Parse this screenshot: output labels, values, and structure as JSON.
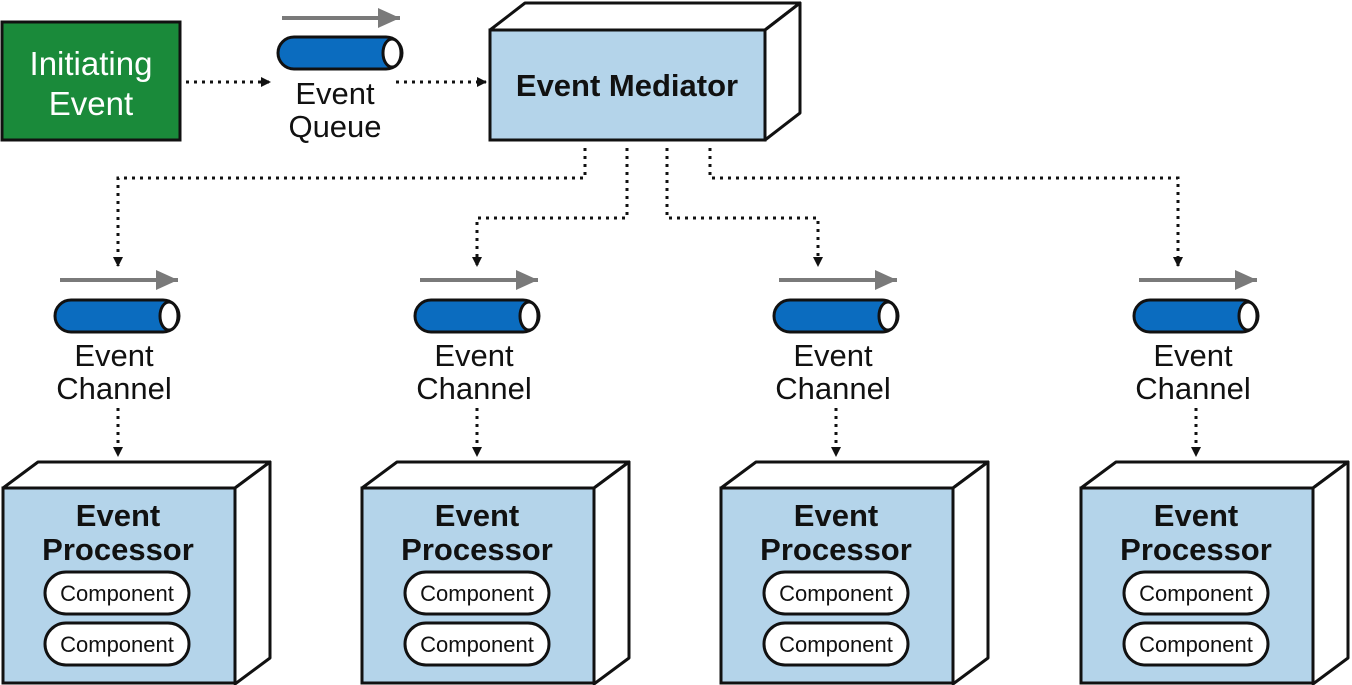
{
  "initiating_event": {
    "line1": "Initiating",
    "line2": "Event"
  },
  "event_queue": {
    "line1": "Event",
    "line2": "Queue"
  },
  "mediator": {
    "label": "Event Mediator"
  },
  "channels": [
    {
      "line1": "Event",
      "line2": "Channel"
    },
    {
      "line1": "Event",
      "line2": "Channel"
    },
    {
      "line1": "Event",
      "line2": "Channel"
    },
    {
      "line1": "Event",
      "line2": "Channel"
    }
  ],
  "processors": [
    {
      "line1": "Event",
      "line2": "Processor",
      "components": [
        "Component",
        "Component"
      ]
    },
    {
      "line1": "Event",
      "line2": "Processor",
      "components": [
        "Component",
        "Component"
      ]
    },
    {
      "line1": "Event",
      "line2": "Processor",
      "components": [
        "Component",
        "Component"
      ]
    },
    {
      "line1": "Event",
      "line2": "Processor",
      "components": [
        "Component",
        "Component"
      ]
    }
  ],
  "colors": {
    "initiating_fill": "#1a8a3a",
    "box_fill": "#b4d4ea",
    "pipe_fill": "#0b6cbf",
    "arrow_gray": "#7a7a7a",
    "stroke": "#111111"
  }
}
